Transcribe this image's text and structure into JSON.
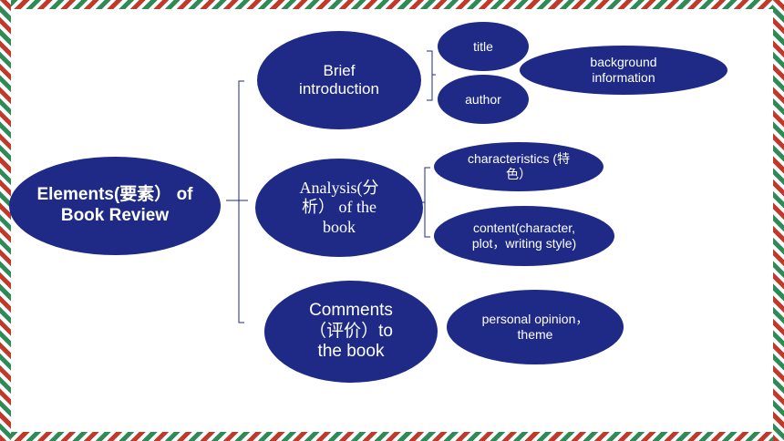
{
  "diagram": {
    "root": "Elements(要素） of Book Review",
    "branches": [
      {
        "label": "Brief introduction",
        "children": [
          {
            "label": "title"
          },
          {
            "label": "author"
          },
          {
            "label": "background information"
          }
        ]
      },
      {
        "label": "Analysis(分析） of the book",
        "children": [
          {
            "label": "characteristics (特色）"
          },
          {
            "label": "content(character, plot，writing style)"
          }
        ]
      },
      {
        "label": "Comments（评价）to the book",
        "children": [
          {
            "label": "personal opinion，theme"
          }
        ]
      }
    ]
  },
  "colors": {
    "node_fill": "#1f2a86",
    "connector": "#1f2a86"
  }
}
